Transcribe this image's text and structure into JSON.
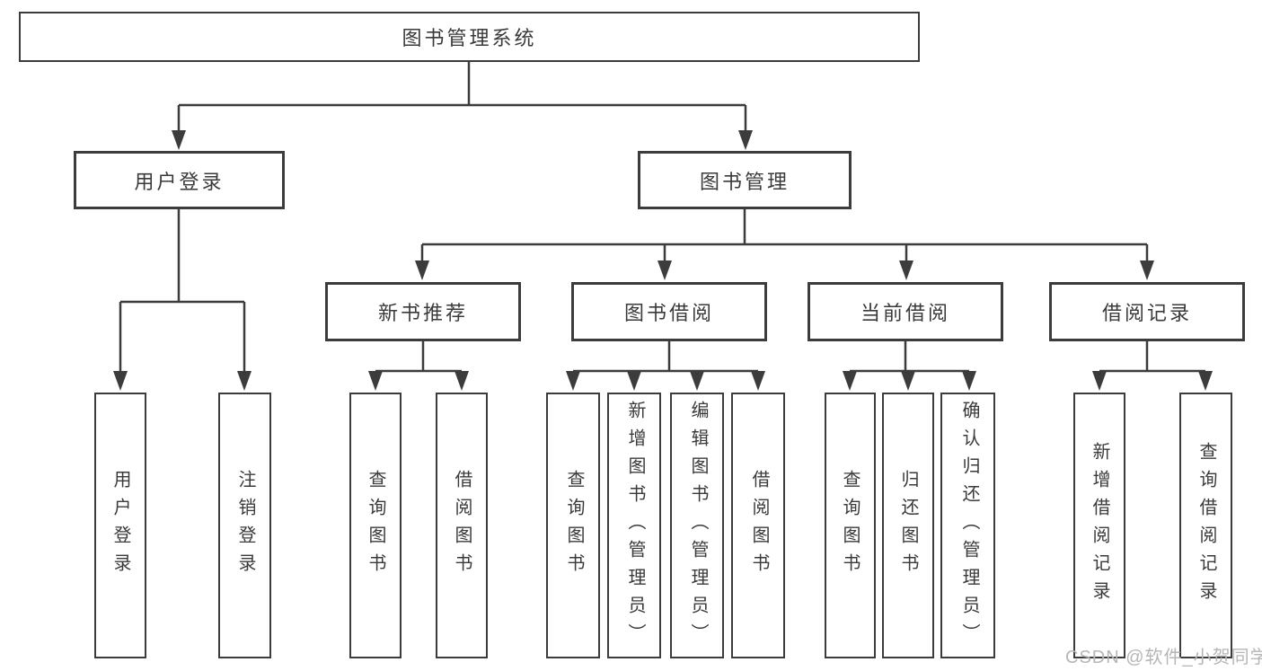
{
  "watermark": "CSDN @软件_小贺同学",
  "colors": {
    "line": "#3c3c3c",
    "text": "#3a3a3a",
    "background": "#ffffff",
    "watermark": "#b6b6b6"
  },
  "tree": {
    "label": "图书管理系统",
    "children": [
      {
        "label": "用户登录",
        "children": [
          {
            "label": "用户登录"
          },
          {
            "label": "注销登录"
          }
        ]
      },
      {
        "label": "图书管理",
        "children": [
          {
            "label": "新书推荐",
            "children": [
              {
                "label": "查询图书"
              },
              {
                "label": "借阅图书"
              }
            ]
          },
          {
            "label": "图书借阅",
            "children": [
              {
                "label": "查询图书"
              },
              {
                "label": "新增图书（管理员）"
              },
              {
                "label": "编辑图书（管理员）"
              },
              {
                "label": "借阅图书"
              }
            ]
          },
          {
            "label": "当前借阅",
            "children": [
              {
                "label": "查询图书"
              },
              {
                "label": "归还图书"
              },
              {
                "label": "确认归还（管理员）"
              }
            ]
          },
          {
            "label": "借阅记录",
            "children": [
              {
                "label": "新增借阅记录"
              },
              {
                "label": "查询借阅记录"
              }
            ]
          }
        ]
      }
    ]
  }
}
